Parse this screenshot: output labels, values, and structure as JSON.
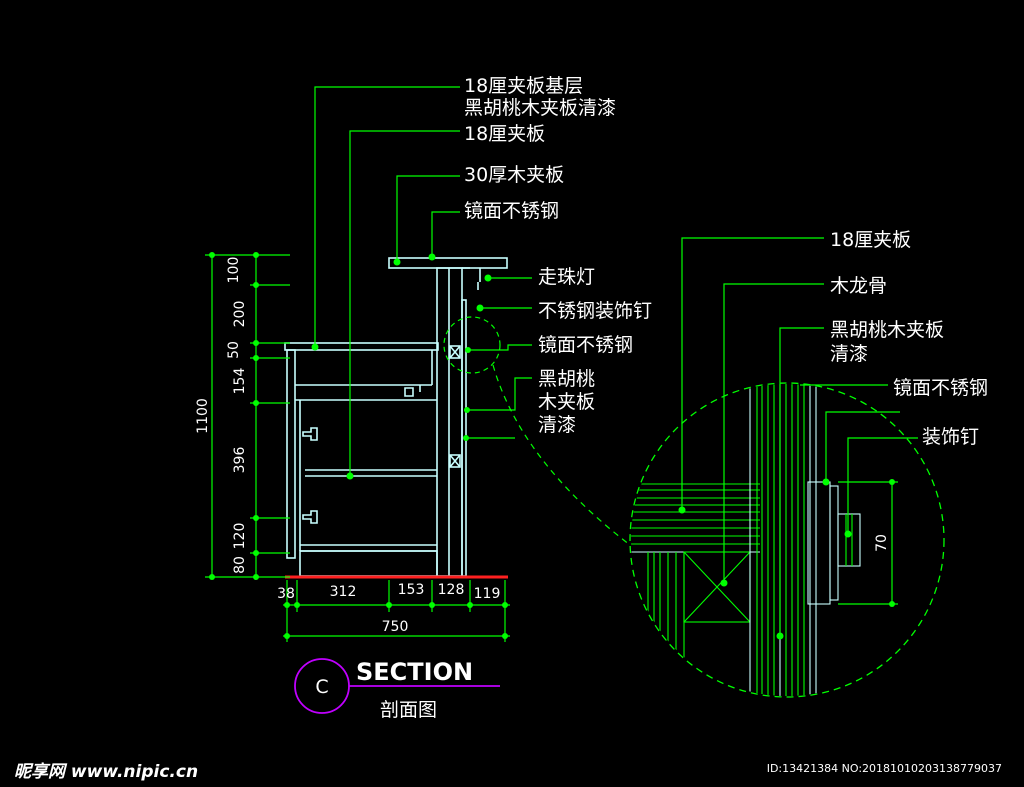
{
  "colors": {
    "background": "#000000",
    "leader": "#00ff00",
    "outline": "#c8ffff",
    "text": "#ffffff",
    "ground": "#ff2020",
    "section_circle": "#c000ff"
  },
  "callouts": {
    "ply18_base": "18厘夹板基层",
    "walnut_clear_1": "黑胡桃木夹板清漆",
    "ply18_a": "18厘夹板",
    "wood30": "30厚木夹板",
    "mirror_ss_a": "镜面不锈钢",
    "bead_lamp": "走珠灯",
    "ss_deco_nail": "不锈钢装饰钉",
    "mirror_ss_b": "镜面不锈钢",
    "walnut_l1": "黑胡桃",
    "walnut_l2": "木夹板",
    "walnut_l3": "清漆"
  },
  "detail_callouts": {
    "ply18": "18厘夹板",
    "wood_keel": "木龙骨",
    "walnut_l1": "黑胡桃木夹板",
    "walnut_l2": "清漆",
    "mirror_ss": "镜面不锈钢",
    "deco_nail": "装饰钉",
    "dim_70": "70"
  },
  "dimensions": {
    "vertical_total": "1100",
    "vertical": [
      "100",
      "200",
      "50",
      "154",
      "396",
      "120",
      "80"
    ],
    "horizontal": [
      "38",
      "312",
      "153",
      "128",
      "119"
    ],
    "horizontal_total": "750"
  },
  "section_tag": {
    "letter": "C",
    "title": "SECTION",
    "subtitle": "剖面图"
  },
  "watermark": {
    "logo": "昵享网 www.nipic.cn",
    "id": "ID:13421384 NO:20181010203138779037"
  }
}
